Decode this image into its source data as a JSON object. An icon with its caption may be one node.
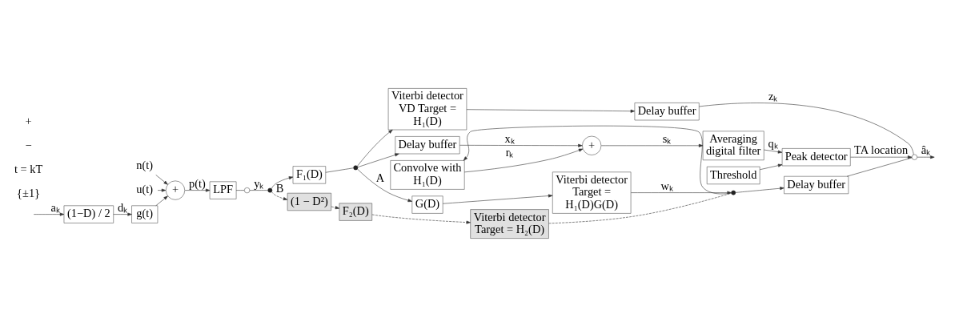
{
  "diagram": {
    "nodes": [
      {
        "text": [
          "(1−D) / 2"
        ]
      },
      {
        "text": [
          "g(t)"
        ]
      },
      {
        "text": [
          "+"
        ]
      },
      {
        "text": [
          "n(t)"
        ]
      },
      {
        "text": [
          "u(t)"
        ]
      },
      {
        "text": [
          "LPF"
        ]
      },
      {
        "text": [],
        "shape": "switch"
      },
      {
        "text": [],
        "shape": "circle"
      },
      {
        "text": [
          "F₁(D)"
        ]
      },
      {
        "text": [],
        "shape": "circle"
      },
      {
        "text": [
          "(1 − D²)"
        ]
      },
      {
        "text": [
          "F₂(D)"
        ]
      },
      {
        "text": [
          "Viterbi detector Target = H₂(D)"
        ]
      },
      {
        "text": [
          "G(D)"
        ]
      },
      {
        "text": [
          "Viterbi detector Target = H₁(D)G(D)"
        ]
      },
      {
        "text": [
          "Convolve with H₁(D)"
        ]
      },
      {
        "text": [
          "Delay buffer"
        ]
      },
      {
        "text": [
          "+"
        ]
      },
      {
        "text": [
          "Averaging digital filter"
        ]
      },
      {
        "text": [
          "Threshold"
        ]
      },
      {
        "text": [
          "Peak detector"
        ]
      },
      {
        "text": [
          "Viterbi detector VD Target = H₁(D)"
        ]
      },
      {
        "text": [
          "Delay buffer"
        ]
      },
      {
        "text": [
          "Delay buffer"
        ]
      },
      {
        "text": [],
        "shape": "circle"
      },
      {
        "text": [],
        "shape": "switch"
      }
    ],
    "edges": [
      {
        "from": null,
        "to": 0,
        "arrow": "to",
        "label": "aₖ"
      },
      {
        "from": 0,
        "to": 1,
        "arrow": "to",
        "label": "dₖ"
      },
      {
        "from": 1,
        "to": 2,
        "arrow": "to"
      },
      {
        "from": 3,
        "to": 2,
        "arrow": "to"
      },
      {
        "from": 4,
        "to": 2,
        "arrow": "to"
      },
      {
        "from": 2,
        "to": 5,
        "arrow": "to",
        "label": "p(t)"
      },
      {
        "from": 5,
        "to": 6,
        "arrow": "none"
      },
      {
        "from": 6,
        "to": 7,
        "arrow": "none",
        "label": "yₖ"
      },
      {
        "from": 7,
        "to": 8,
        "arrow": "to"
      },
      {
        "from": 7,
        "to": 10,
        "arrow": "to",
        "style": "dashed",
        "label": "B"
      },
      {
        "from": 10,
        "to": 11,
        "arrow": "to",
        "style": "dashed"
      },
      {
        "from": 11,
        "to": 12,
        "arrow": "to",
        "style": "dashed"
      },
      {
        "from": 12,
        "to": 24,
        "arrow": "none",
        "style": "dashed"
      },
      {
        "from": 8,
        "to": 9,
        "arrow": "none"
      },
      {
        "from": 9,
        "to": 13,
        "arrow": "to",
        "label": "A"
      },
      {
        "from": 13,
        "to": 14,
        "arrow": "to"
      },
      {
        "from": 14,
        "to": 24,
        "arrow": "to",
        "label": "wₖ"
      },
      {
        "from": 24,
        "to": 15,
        "arrow": "to"
      },
      {
        "from": 24,
        "to": 23,
        "arrow": "to"
      },
      {
        "from": 9,
        "to": 16,
        "arrow": "to"
      },
      {
        "from": 16,
        "to": 17,
        "arrow": "to",
        "label": "xₖ"
      },
      {
        "from": 15,
        "to": 17,
        "arrow": "to",
        "label": "rₖ"
      },
      {
        "from": 17,
        "to": 18,
        "arrow": "to",
        "label": "sₖ"
      },
      {
        "from": 18,
        "to": 20,
        "arrow": "to",
        "label": "qₖ"
      },
      {
        "from": 19,
        "to": 20,
        "arrow": "to"
      },
      {
        "from": 9,
        "to": 21,
        "arrow": "to"
      },
      {
        "from": 21,
        "to": 22,
        "arrow": "to"
      },
      {
        "from": 22,
        "to": 25,
        "arrow": "none",
        "label": "zₖ"
      },
      {
        "from": 23,
        "to": 25,
        "arrow": "none"
      },
      {
        "from": 20,
        "to": 25,
        "arrow": "to",
        "label": "TA location"
      },
      {
        "from": 25,
        "to": null,
        "arrow": "to",
        "label": "âₖ"
      }
    ],
    "labels": [
      "{±1}",
      "t = kT",
      "−",
      "+"
    ]
  }
}
